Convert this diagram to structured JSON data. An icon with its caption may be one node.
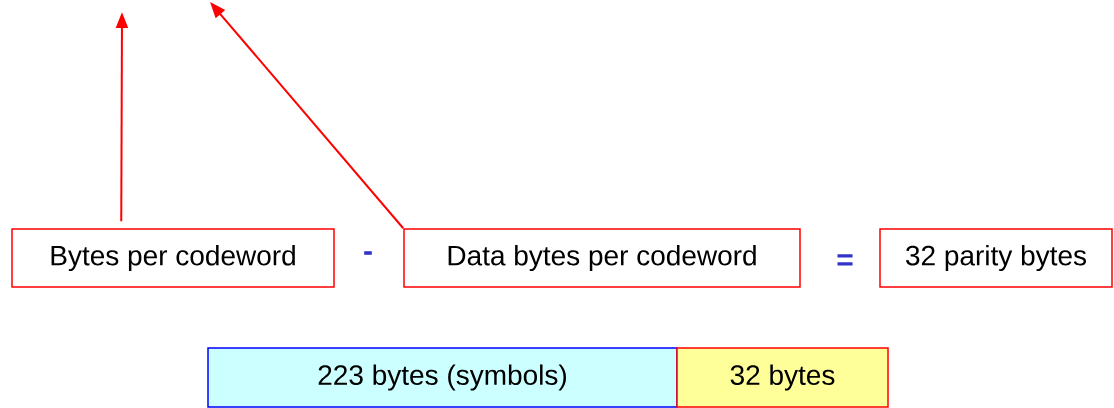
{
  "diagram": {
    "nodes": [
      {
        "text": [
          "Bytes per codeword"
        ]
      },
      {
        "text": [
          "Data bytes per codeword"
        ]
      },
      {
        "text": [
          "32 parity bytes"
        ]
      },
      {
        "text": [
          "223 bytes (symbols)"
        ]
      },
      {
        "text": [
          "32 bytes"
        ]
      }
    ],
    "edges": [
      {
        "from": 0,
        "to": null,
        "arrow": "to"
      },
      {
        "from": 1,
        "to": null,
        "arrow": "to"
      }
    ],
    "labels": [
      "-",
      "="
    ]
  }
}
